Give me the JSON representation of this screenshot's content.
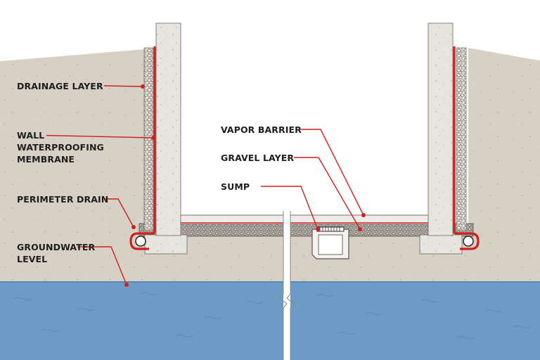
{
  "labels": {
    "drainage_layer": "DRAINAGE LAYER",
    "wall_membrane": [
      "WALL",
      "WATERPROOFING",
      "MEMBRANE"
    ],
    "perimeter_drain": "PERIMETER DRAIN",
    "groundwater_level": [
      "GROUNDWATER",
      "LEVEL"
    ],
    "vapor_barrier": "VAPOR BARRIER",
    "gravel_layer": "GRAVEL LAYER",
    "sump": "SUMP"
  },
  "colors": {
    "soil": "#d6d0c5",
    "water": "#6c9cc6",
    "concrete": "#e6e4df",
    "gravel": "#d2cdc4",
    "membrane": "#d0201f",
    "leader": "#d0201f",
    "text": "#1e1e1e"
  }
}
